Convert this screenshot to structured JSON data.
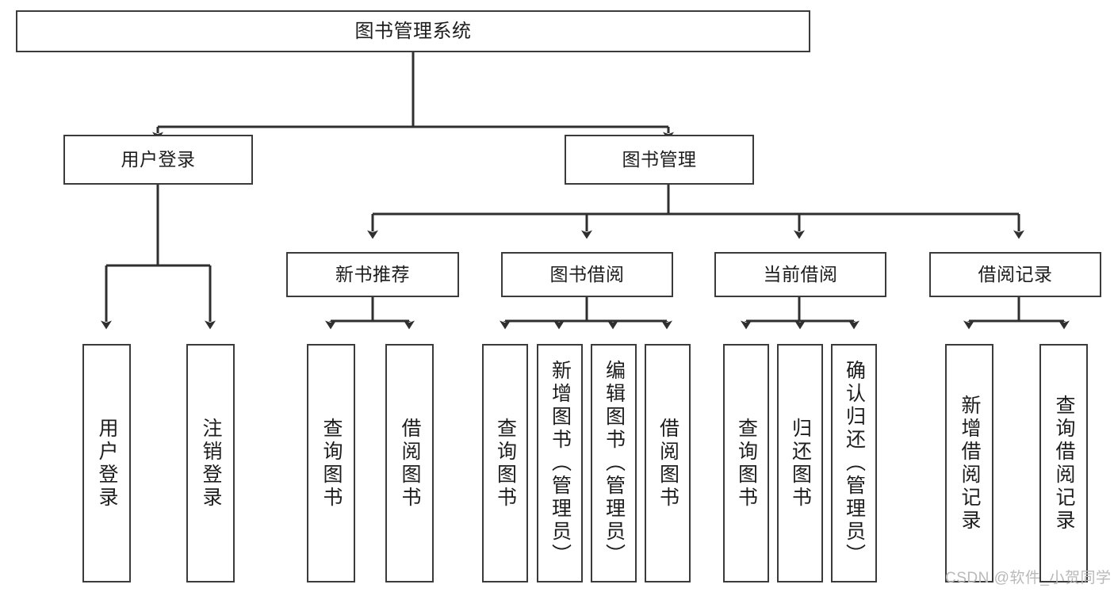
{
  "diagram": {
    "type": "tree",
    "title": "图书管理系统",
    "watermark": "CSDN @软件_小贺同学",
    "colors": {
      "box_border": "#3b3b3b",
      "box_fill": "#ffffff",
      "edge": "#2f2f2f",
      "text": "#1d1d1d",
      "watermark": "#b9b9b9",
      "background": "#ffffff"
    },
    "nodes": {
      "root": {
        "label": "图书管理系统"
      },
      "level2": [
        {
          "id": "user-login",
          "label": "用户登录"
        },
        {
          "id": "book-manage",
          "label": "图书管理"
        }
      ],
      "level3": [
        {
          "id": "new-book-recommend",
          "label": "新书推荐"
        },
        {
          "id": "book-borrow",
          "label": "图书借阅"
        },
        {
          "id": "current-borrow",
          "label": "当前借阅"
        },
        {
          "id": "borrow-record",
          "label": "借阅记录"
        }
      ],
      "leaves": {
        "user-login": [
          {
            "id": "leaf-user-login",
            "label": "用户登录"
          },
          {
            "id": "leaf-logout",
            "label": "注销登录"
          }
        ],
        "new-book-recommend": [
          {
            "id": "leaf-query-book-1",
            "label": "查询图书"
          },
          {
            "id": "leaf-borrow-book-1",
            "label": "借阅图书"
          }
        ],
        "book-borrow": [
          {
            "id": "leaf-query-book-2",
            "label": "查询图书"
          },
          {
            "id": "leaf-add-book",
            "label": "新增图书（管理员）"
          },
          {
            "id": "leaf-edit-book",
            "label": "编辑图书（管理员）"
          },
          {
            "id": "leaf-borrow-book-2",
            "label": "借阅图书"
          }
        ],
        "current-borrow": [
          {
            "id": "leaf-query-book-3",
            "label": "查询图书"
          },
          {
            "id": "leaf-return-book",
            "label": "归还图书"
          },
          {
            "id": "leaf-confirm-return",
            "label": "确认归还（管理员）"
          }
        ],
        "borrow-record": [
          {
            "id": "leaf-add-record",
            "label": "新增借阅记录"
          },
          {
            "id": "leaf-query-record",
            "label": "查询借阅记录"
          }
        ]
      }
    },
    "edges": [
      {
        "from": "图书管理系统",
        "to": "用户登录"
      },
      {
        "from": "图书管理系统",
        "to": "图书管理"
      },
      {
        "from": "用户登录",
        "to": "用户登录"
      },
      {
        "from": "用户登录",
        "to": "注销登录"
      },
      {
        "from": "图书管理",
        "to": "新书推荐"
      },
      {
        "from": "图书管理",
        "to": "图书借阅"
      },
      {
        "from": "图书管理",
        "to": "当前借阅"
      },
      {
        "from": "图书管理",
        "to": "借阅记录"
      },
      {
        "from": "新书推荐",
        "to": "查询图书"
      },
      {
        "from": "新书推荐",
        "to": "借阅图书"
      },
      {
        "from": "图书借阅",
        "to": "查询图书"
      },
      {
        "from": "图书借阅",
        "to": "新增图书（管理员）"
      },
      {
        "from": "图书借阅",
        "to": "编辑图书（管理员）"
      },
      {
        "from": "图书借阅",
        "to": "借阅图书"
      },
      {
        "from": "当前借阅",
        "to": "查询图书"
      },
      {
        "from": "当前借阅",
        "to": "归还图书"
      },
      {
        "from": "当前借阅",
        "to": "确认归还（管理员）"
      },
      {
        "from": "借阅记录",
        "to": "新增借阅记录"
      },
      {
        "from": "借阅记录",
        "to": "查询借阅记录"
      }
    ]
  }
}
